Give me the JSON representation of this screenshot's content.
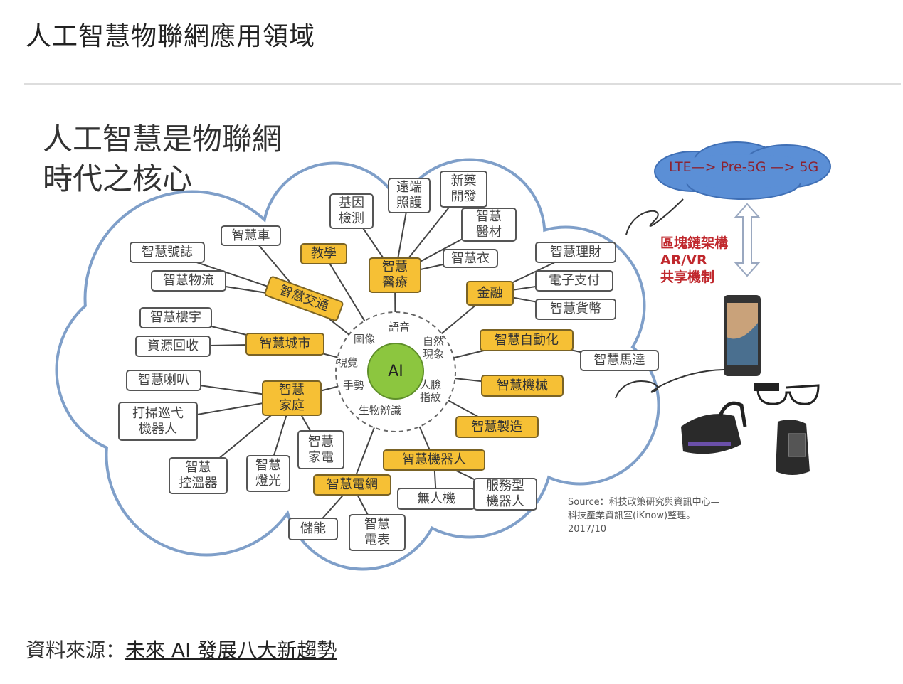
{
  "page_title": "人工智慧物聯網應用領域",
  "diagram": {
    "heading": "人工智慧是物聯網\n時代之核心",
    "center": "AI",
    "inner_labels": [
      "語音",
      "圖像",
      "自然\n現象",
      "視覺",
      "手勢",
      "人臉\n指紋",
      "生物辨識"
    ],
    "nodes": [
      {
        "text": "智慧\n醫療",
        "type": "category"
      },
      {
        "text": "基因\n檢測",
        "type": "item"
      },
      {
        "text": "遠端\n照護",
        "type": "item"
      },
      {
        "text": "新藥\n開發",
        "type": "item"
      },
      {
        "text": "智慧\n醫材",
        "type": "item"
      },
      {
        "text": "智慧衣",
        "type": "item"
      },
      {
        "text": "教學",
        "type": "category"
      },
      {
        "text": "智慧交通",
        "type": "category"
      },
      {
        "text": "智慧車",
        "type": "item"
      },
      {
        "text": "智慧號誌",
        "type": "item"
      },
      {
        "text": "智慧物流",
        "type": "item"
      },
      {
        "text": "智慧城市",
        "type": "category"
      },
      {
        "text": "智慧樓宇",
        "type": "item"
      },
      {
        "text": "資源回收",
        "type": "item"
      },
      {
        "text": "智慧\n家庭",
        "type": "category"
      },
      {
        "text": "智慧喇叭",
        "type": "item"
      },
      {
        "text": "打掃巡弋\n機器人",
        "type": "item"
      },
      {
        "text": "智慧\n控溫器",
        "type": "item"
      },
      {
        "text": "智慧\n燈光",
        "type": "item"
      },
      {
        "text": "智慧\n家電",
        "type": "item"
      },
      {
        "text": "智慧電網",
        "type": "category"
      },
      {
        "text": "儲能",
        "type": "item"
      },
      {
        "text": "智慧\n電表",
        "type": "item"
      },
      {
        "text": "智慧機器人",
        "type": "category"
      },
      {
        "text": "無人機",
        "type": "item"
      },
      {
        "text": "服務型\n機器人",
        "type": "item"
      },
      {
        "text": "智慧製造",
        "type": "category"
      },
      {
        "text": "智慧機械",
        "type": "category"
      },
      {
        "text": "智慧自動化",
        "type": "category"
      },
      {
        "text": "智慧馬達",
        "type": "item"
      },
      {
        "text": "金融",
        "type": "category"
      },
      {
        "text": "智慧理財",
        "type": "item"
      },
      {
        "text": "電子支付",
        "type": "item"
      },
      {
        "text": "智慧貨幣",
        "type": "item"
      }
    ],
    "network": "LTE—> Pre-5G —> 5G",
    "network_features": "區塊鏈架構\nAR/VR\n共享機制",
    "devices": [
      "smartphone",
      "smart-glasses",
      "vr-headset",
      "smartwatch"
    ],
    "source": "Source：科技政策研究與資訊中心—\n科技產業資訊室(iKnow)整理。\n2017/10",
    "colors": {
      "category": "#f6c035",
      "ai": "#8cc63f",
      "cloud_outline": "#7f9fc9",
      "network_cloud": "#5b8fd6",
      "red_text": "#c0282d"
    }
  },
  "footer": {
    "label": "資料來源：",
    "link": "未來 AI 發展八大新趨勢"
  }
}
